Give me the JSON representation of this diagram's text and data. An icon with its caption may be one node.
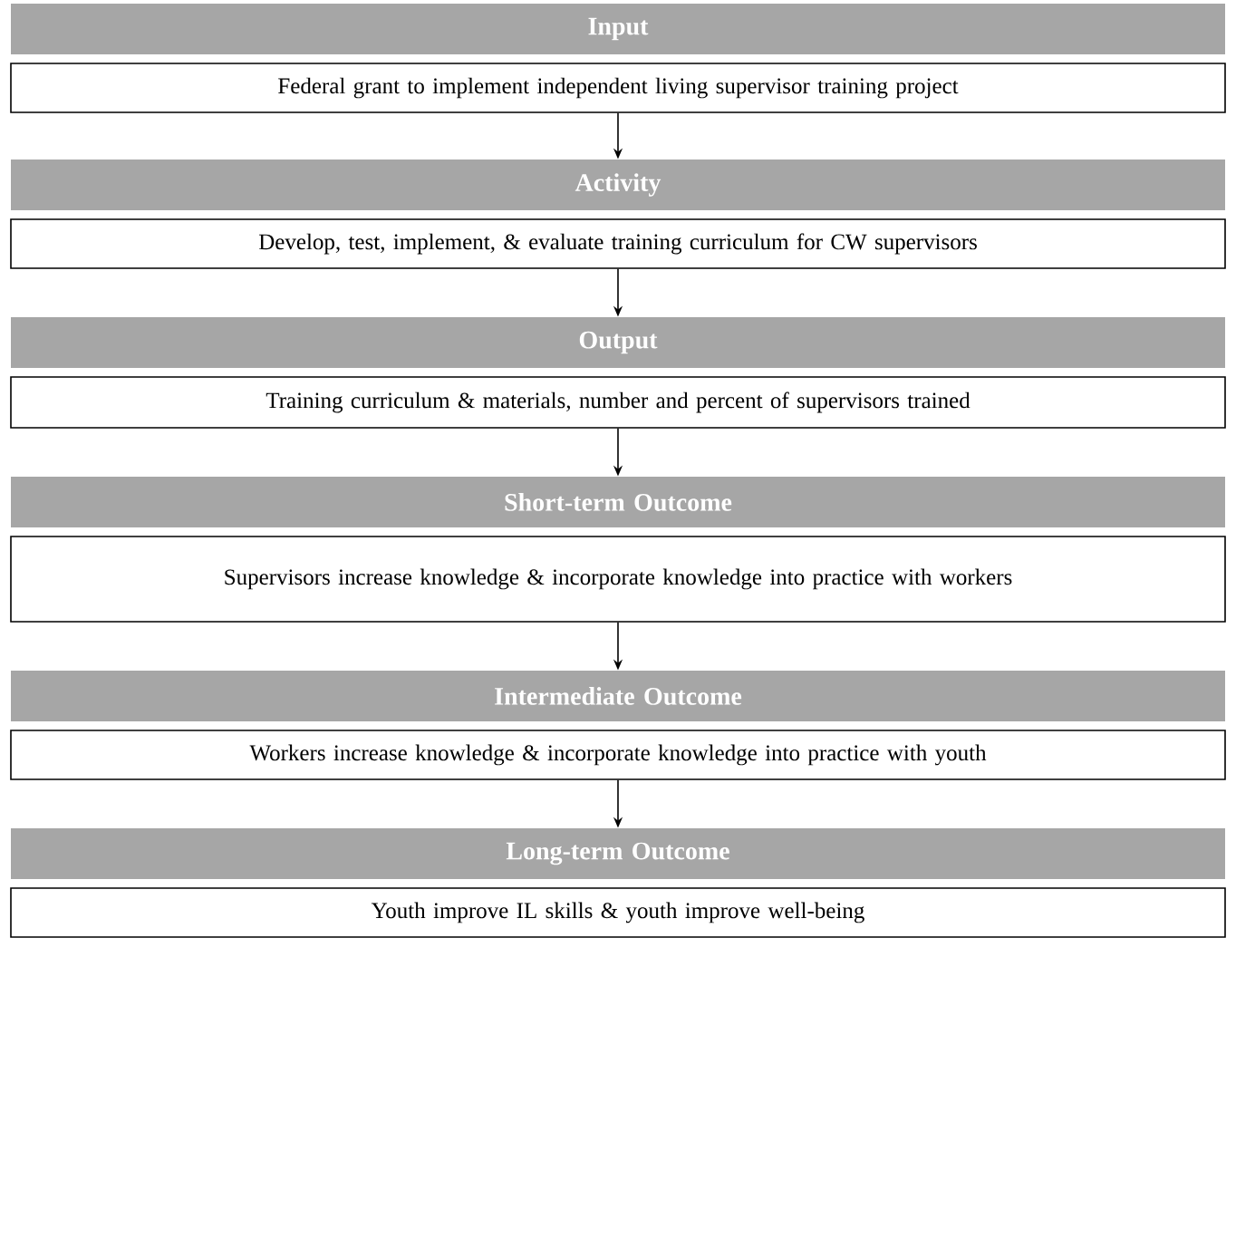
{
  "diagram": {
    "nodes": [
      {
        "text": [
          "Input"
        ]
      },
      {
        "text": [
          "Federal grant to implement independent living supervisor training project"
        ]
      },
      {
        "text": [
          "Activity"
        ]
      },
      {
        "text": [
          "Develop, test, implement, & evaluate training curriculum for CW supervisors"
        ]
      },
      {
        "text": [
          "Output"
        ]
      },
      {
        "text": [
          "Training curriculum & materials, number and percent of supervisors trained"
        ]
      },
      {
        "text": [
          "Short-term Outcome"
        ]
      },
      {
        "text": [
          "Supervisors increase knowledge & incorporate knowledge into practice with workers"
        ]
      },
      {
        "text": [
          "Intermediate Outcome"
        ]
      },
      {
        "text": [
          "Workers increase knowledge & incorporate knowledge into practice with youth"
        ]
      },
      {
        "text": [
          "Long-term Outcome"
        ]
      },
      {
        "text": [
          "Youth improve IL skills & youth improve well-being"
        ]
      }
    ],
    "edges": [
      {
        "from": 1,
        "to": 2,
        "arrow": "to"
      },
      {
        "from": 3,
        "to": 4,
        "arrow": "to"
      },
      {
        "from": 5,
        "to": 6,
        "arrow": "to"
      },
      {
        "from": 7,
        "to": 8,
        "arrow": "to"
      },
      {
        "from": 9,
        "to": 10,
        "arrow": "to"
      }
    ]
  }
}
